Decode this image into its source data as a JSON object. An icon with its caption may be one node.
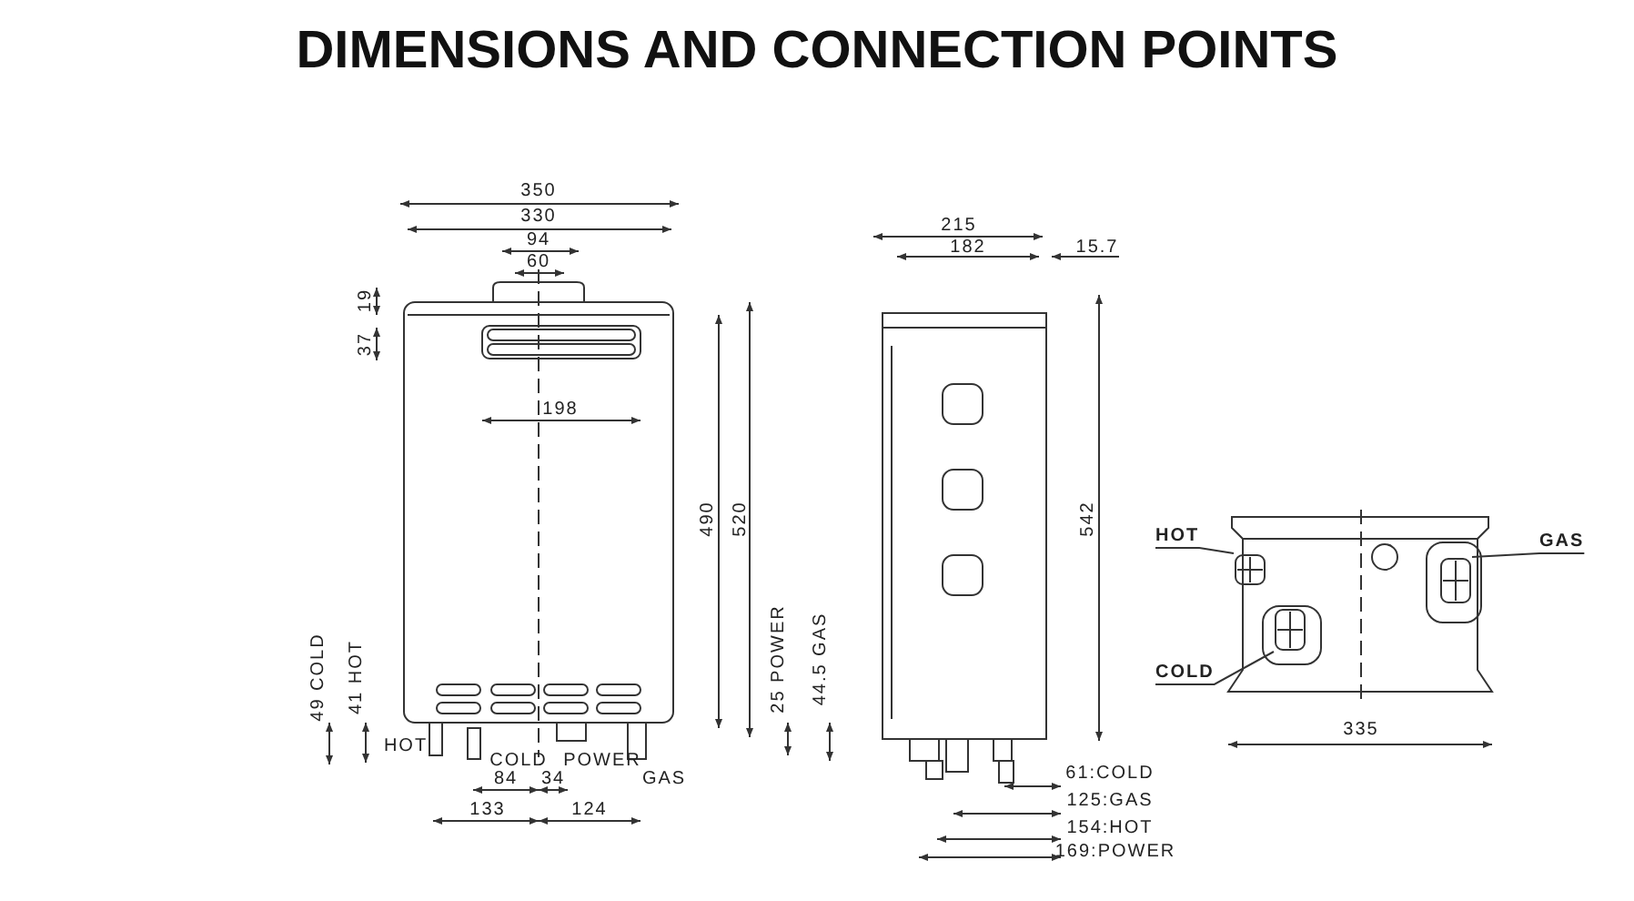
{
  "diagram": {
    "title": "DIMENSIONS AND CONNECTION POINTS",
    "nodes": [
      {
        "text": [
          "HOT"
        ]
      },
      {
        "text": [],
        "shape": "picture"
      },
      {
        "text": [
          "COLD"
        ]
      },
      {
        "text": [],
        "shape": "picture"
      },
      {
        "text": [
          "GAS"
        ]
      },
      {
        "text": [],
        "shape": "picture"
      }
    ],
    "edges": [
      {
        "from": 0,
        "to": 1,
        "arrow": "none"
      },
      {
        "from": 2,
        "to": 3,
        "arrow": "none"
      },
      {
        "from": 4,
        "to": 5,
        "arrow": "none"
      }
    ],
    "labels": [
      "350",
      "330",
      "94",
      "60",
      "19",
      "37",
      "198",
      "490",
      "520",
      "49 COLD",
      "41 HOT",
      "25 POWER",
      "44.5 GAS",
      "HOT",
      "COLD",
      "POWER",
      "84",
      "34",
      "GAS",
      "133",
      "124",
      "215",
      "182",
      "15.7",
      "542",
      "61:COLD",
      "125:GAS",
      "154:HOT",
      "169:POWER",
      "335"
    ]
  }
}
